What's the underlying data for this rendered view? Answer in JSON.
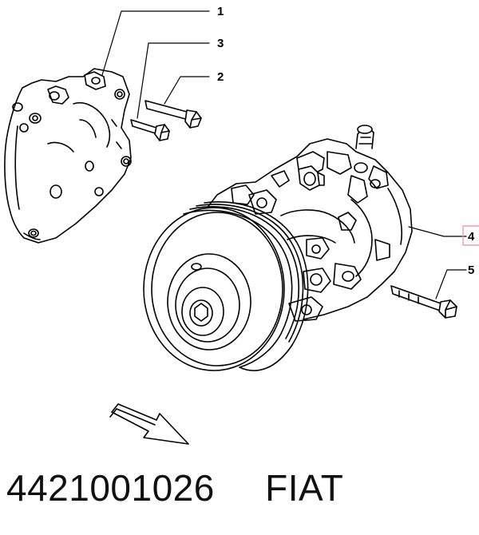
{
  "diagram": {
    "callouts": [
      {
        "id": "1",
        "label": "1"
      },
      {
        "id": "3",
        "label": "3"
      },
      {
        "id": "2",
        "label": "2"
      },
      {
        "id": "4",
        "label": "4",
        "highlight": "#e8a0a8"
      },
      {
        "id": "5",
        "label": "5"
      }
    ],
    "parts": [
      {
        "name": "bracket-plate"
      },
      {
        "name": "bolt-short"
      },
      {
        "name": "bolt-long"
      },
      {
        "name": "ac-compressor"
      },
      {
        "name": "bolt-mounting"
      },
      {
        "name": "direction-arrow"
      }
    ]
  },
  "footer": {
    "part_number": "4421001026",
    "brand": "FIAT"
  }
}
